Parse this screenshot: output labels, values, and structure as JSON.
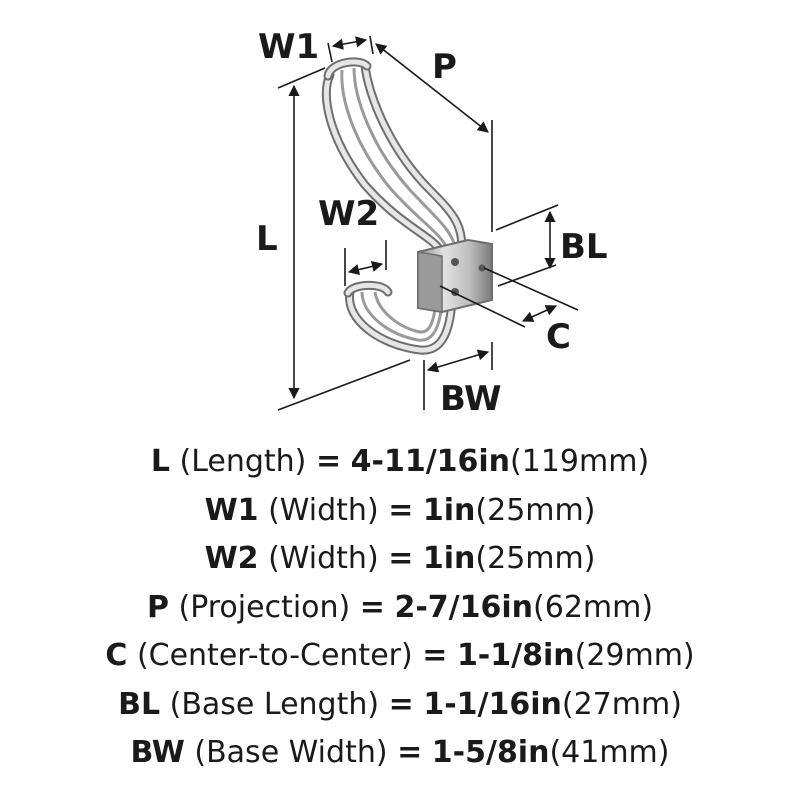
{
  "diagram": {
    "labels": {
      "w1": "W1",
      "p": "P",
      "w2": "W2",
      "l": "L",
      "bl": "BL",
      "c": "C",
      "bw": "BW"
    }
  },
  "specs": [
    {
      "code": "L",
      "name": "(Length)",
      "eq": "=",
      "imperial": "4-11/16in",
      "metric": "(119mm)"
    },
    {
      "code": "W1",
      "name": "(Width)",
      "eq": "=",
      "imperial": "1in",
      "metric": "(25mm)"
    },
    {
      "code": "W2",
      "name": "(Width)",
      "eq": "=",
      "imperial": "1in",
      "metric": "(25mm)"
    },
    {
      "code": "P",
      "name": "(Projection)",
      "eq": "=",
      "imperial": "2-7/16in",
      "metric": "(62mm)"
    },
    {
      "code": "C",
      "name": "(Center-to-Center)",
      "eq": "=",
      "imperial": "1-1/8in",
      "metric": "(29mm)"
    },
    {
      "code": "BL",
      "name": "(Base Length)",
      "eq": "=",
      "imperial": "1-1/16in",
      "metric": "(27mm)"
    },
    {
      "code": "BW",
      "name": "(Base Width)",
      "eq": "=",
      "imperial": "1-5/8in",
      "metric": "(41mm)"
    }
  ],
  "colors": {
    "ink": "#1a1a1a",
    "metal_light": "#e6e6e6",
    "metal_mid": "#a8a8a8",
    "metal_dark": "#6e6e6e"
  }
}
